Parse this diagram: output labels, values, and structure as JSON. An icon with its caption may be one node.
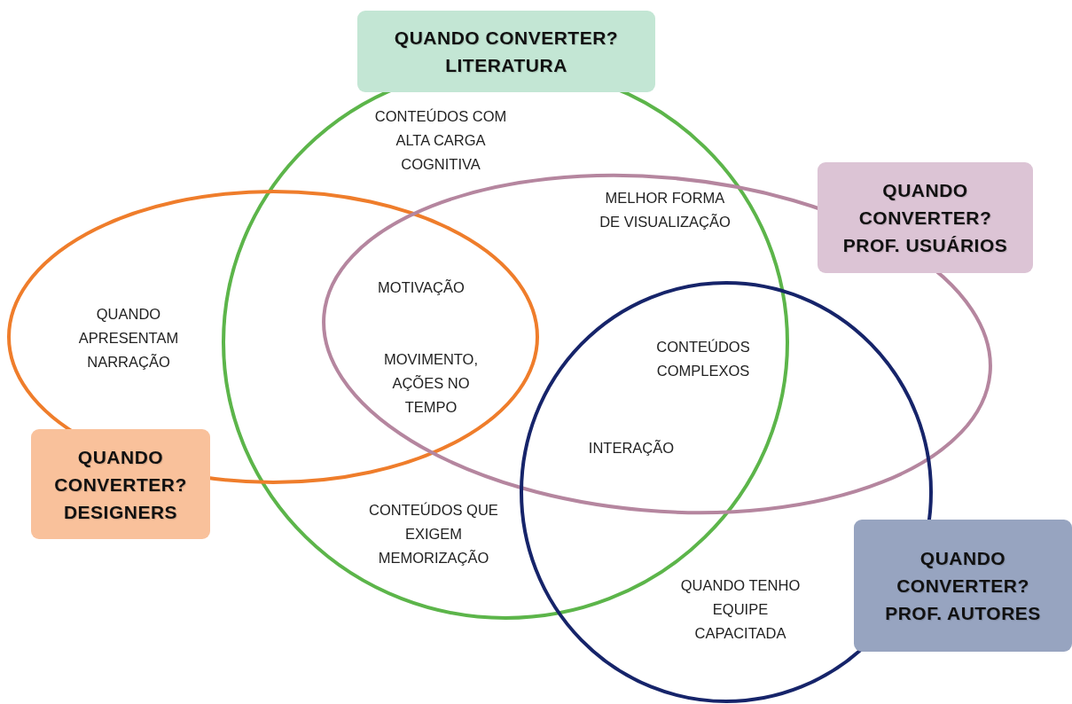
{
  "diagram": {
    "nodes": [
      {
        "text": [
          "QUANDO CONVERTER? LITERATURA"
        ]
      },
      {
        "text": [
          "QUANDO CONVERTER? PROF. USUÁRIOS"
        ]
      },
      {
        "text": [
          "QUANDO CONVERTER? DESIGNERS"
        ]
      },
      {
        "text": [
          "QUANDO CONVERTER? PROF. AUTORES"
        ]
      }
    ],
    "labels": [
      "CONTEÚDOS COM ALTA CARGA COGNITIVA",
      "MELHOR FORMA DE VISUALIZAÇÃO",
      "QUANDO APRESENTAM NARRAÇÃO",
      "MOTIVAÇÃO",
      "MOVIMENTO, AÇÕES NO TEMPO",
      "CONTEÚDOS COMPLEXOS",
      "INTERAÇÃO",
      "CONTEÚDOS QUE EXIGEM MEMORIZAÇÃO",
      "QUANDO TENHO EQUIPE CAPACITADA"
    ]
  }
}
